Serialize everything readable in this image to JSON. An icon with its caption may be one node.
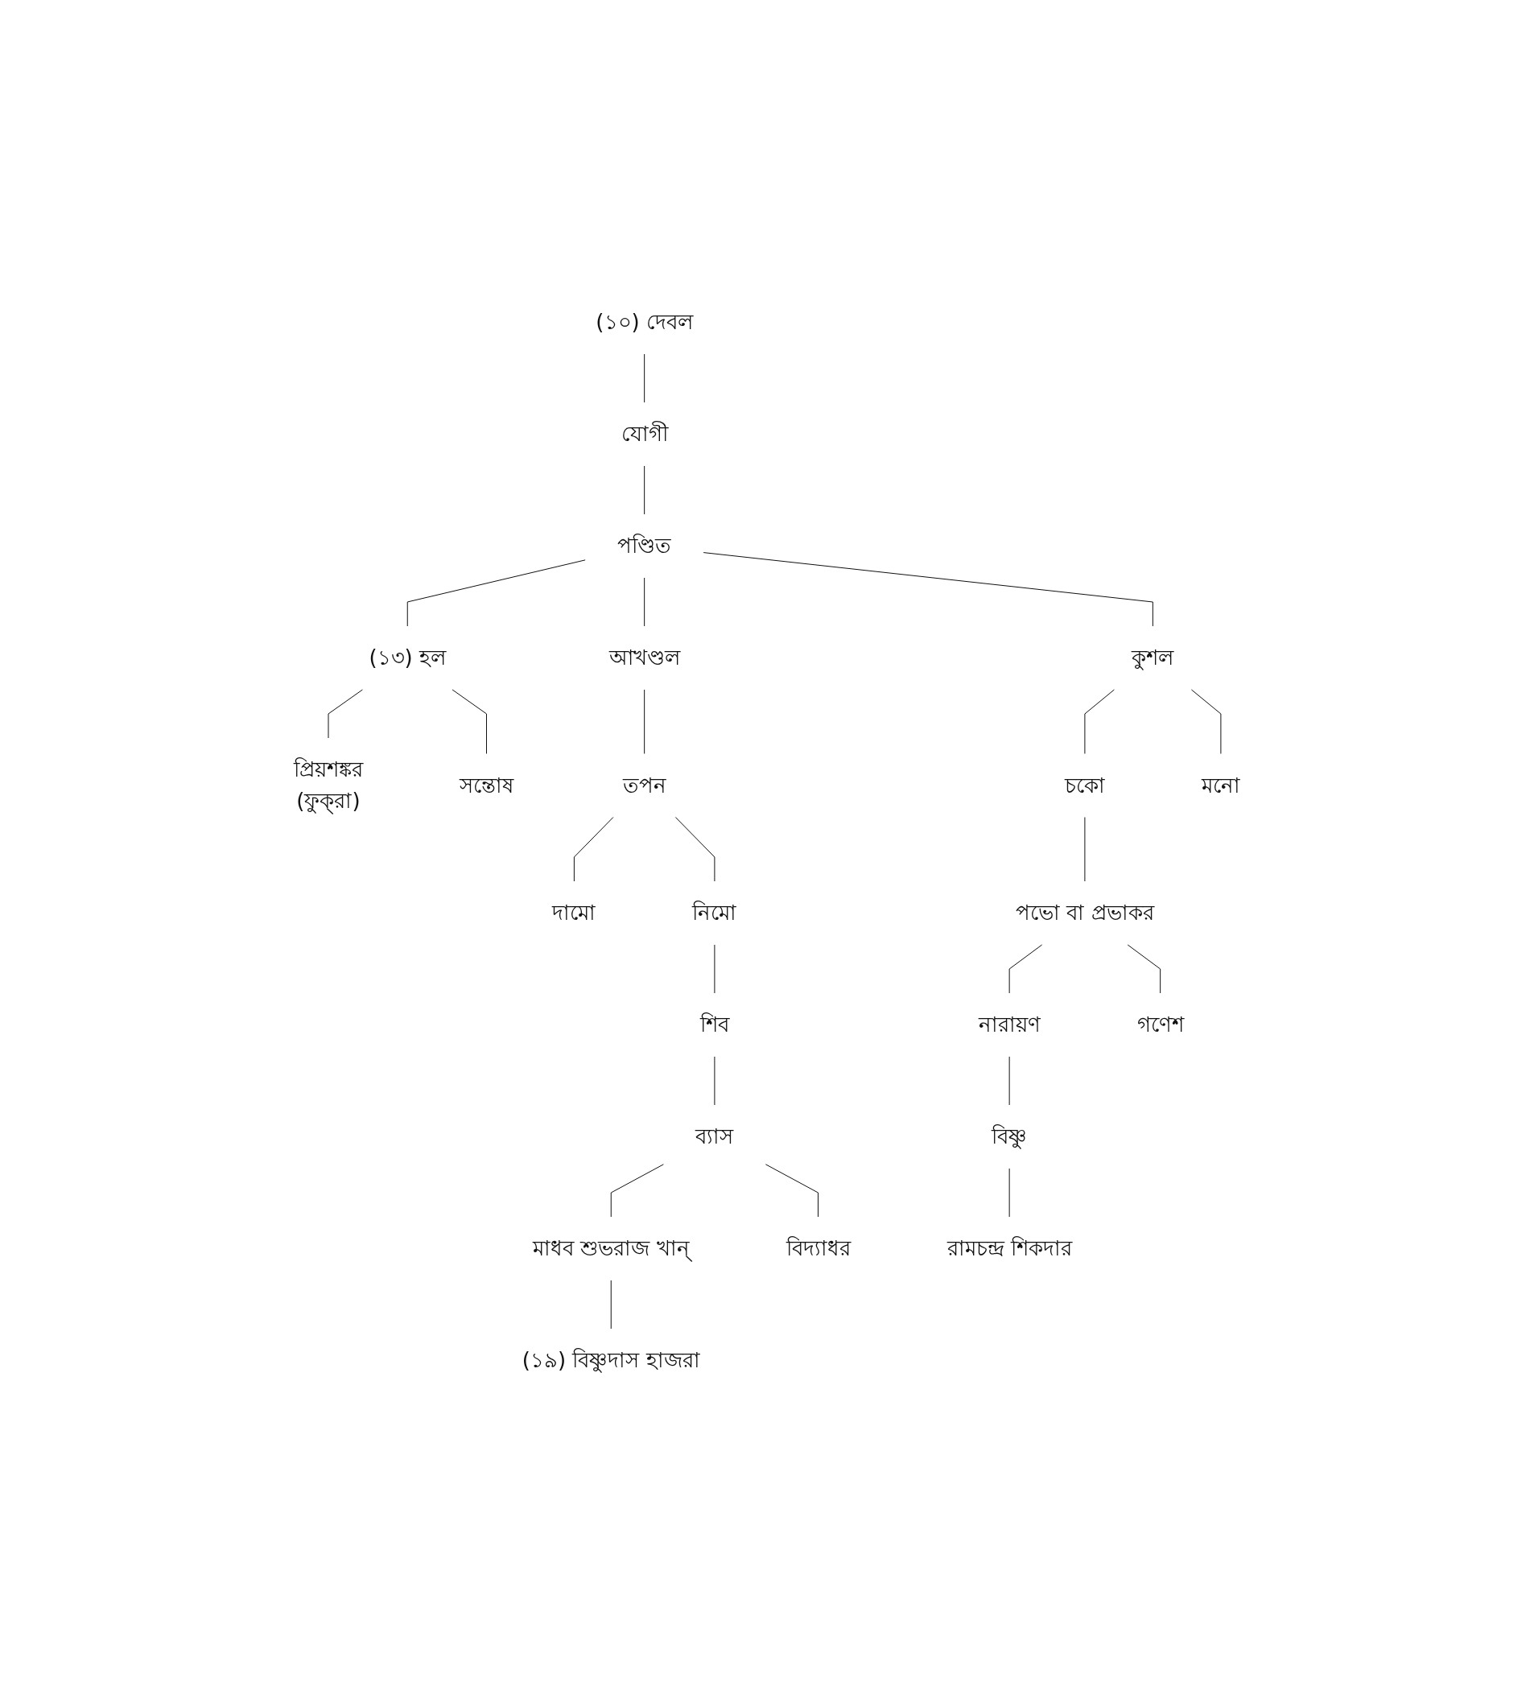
{
  "diagram": {
    "nodes": [
      {
        "text": [
          "(১০) দেবল"
        ]
      },
      {
        "text": [
          "যোগী"
        ]
      },
      {
        "text": [
          "পণ্ডিত"
        ]
      },
      {
        "text": [
          "(১৩) হল"
        ]
      },
      {
        "text": [
          "আখণ্ডল"
        ]
      },
      {
        "text": [
          "কুশল"
        ]
      },
      {
        "text": [
          "প্রিয়শঙ্কর",
          "(ফুক্‌রা)"
        ]
      },
      {
        "text": [
          "সন্তোষ"
        ]
      },
      {
        "text": [
          "তপন"
        ]
      },
      {
        "text": [
          "চকো"
        ]
      },
      {
        "text": [
          "মনো"
        ]
      },
      {
        "text": [
          "দামো"
        ]
      },
      {
        "text": [
          "নিমো"
        ]
      },
      {
        "text": [
          "পভো বা প্রভাকর"
        ]
      },
      {
        "text": [
          "শিব"
        ]
      },
      {
        "text": [
          "নারায়ণ"
        ]
      },
      {
        "text": [
          "গণেশ"
        ]
      },
      {
        "text": [
          "ব্যাস"
        ]
      },
      {
        "text": [
          "মাধব শুভরাজ খান্"
        ]
      },
      {
        "text": [
          "বিদ্যাধর"
        ]
      },
      {
        "text": [
          "বিষ্ণু"
        ]
      },
      {
        "text": [
          "(১৯) বিষ্ণুদাস হাজরা"
        ]
      },
      {
        "text": [
          "রামচন্দ্র শিকদার"
        ]
      }
    ],
    "edges": [
      {
        "from": 0,
        "to": 1,
        "arrow": "none"
      },
      {
        "from": 1,
        "to": 2,
        "arrow": "none"
      },
      {
        "from": 2,
        "to": 3,
        "arrow": "none"
      },
      {
        "from": 2,
        "to": 4,
        "arrow": "none"
      },
      {
        "from": 2,
        "to": 5,
        "arrow": "none"
      },
      {
        "from": 3,
        "to": 6,
        "arrow": "none"
      },
      {
        "from": 3,
        "to": 7,
        "arrow": "none"
      },
      {
        "from": 4,
        "to": 8,
        "arrow": "none"
      },
      {
        "from": 5,
        "to": 9,
        "arrow": "none"
      },
      {
        "from": 5,
        "to": 10,
        "arrow": "none"
      },
      {
        "from": 8,
        "to": 11,
        "arrow": "none"
      },
      {
        "from": 8,
        "to": 12,
        "arrow": "none"
      },
      {
        "from": 9,
        "to": 13,
        "arrow": "none"
      },
      {
        "from": 12,
        "to": 14,
        "arrow": "none"
      },
      {
        "from": 13,
        "to": 15,
        "arrow": "none"
      },
      {
        "from": 13,
        "to": 16,
        "arrow": "none"
      },
      {
        "from": 14,
        "to": 17,
        "arrow": "none"
      },
      {
        "from": 17,
        "to": 18,
        "arrow": "none"
      },
      {
        "from": 17,
        "to": 19,
        "arrow": "none"
      },
      {
        "from": 15,
        "to": 20,
        "arrow": "none"
      },
      {
        "from": 18,
        "to": 21,
        "arrow": "none"
      },
      {
        "from": 20,
        "to": 22,
        "arrow": "none"
      }
    ]
  }
}
